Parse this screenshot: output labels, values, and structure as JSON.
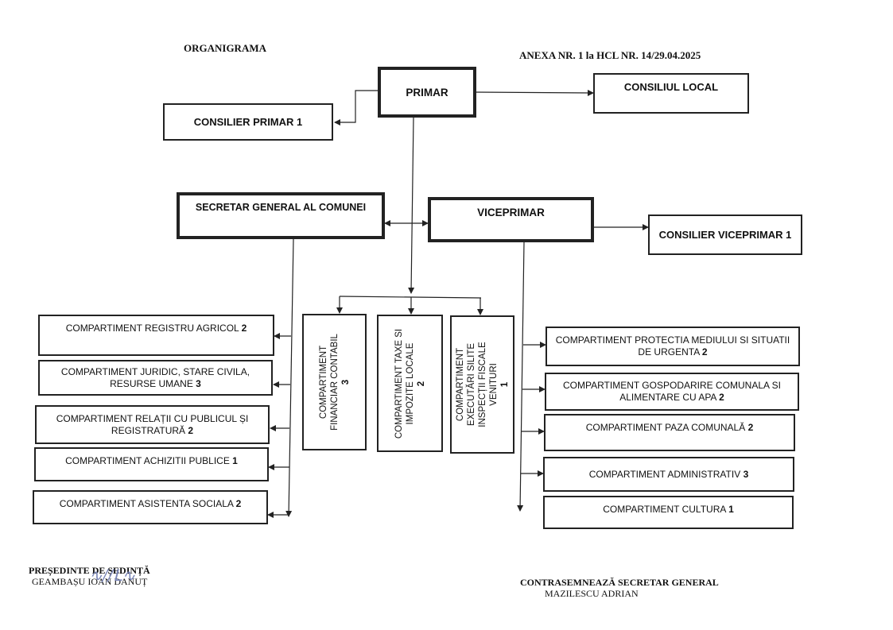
{
  "header": {
    "title": "ORGANIGRAMA",
    "annex": "ANEXA NR. 1 la HCL NR. 14/29.04.2025"
  },
  "nodes": {
    "primar": "PRIMAR",
    "consiliul_local": "CONSILIUL LOCAL",
    "consilier_primar": "CONSILIER PRIMAR 1",
    "secretar_general": "SECRETAR GENERAL AL COMUNEI",
    "viceprimar": "VICEPRIMAR",
    "consilier_viceprimar": "CONSILIER VICEPRIMAR 1"
  },
  "left_compartments": [
    {
      "label": "COMPARTIMENT REGISTRU AGRICOL",
      "count": "2"
    },
    {
      "label": "COMPARTIMENT JURIDIC, STARE CIVILA, RESURSE UMANE",
      "count": "3"
    },
    {
      "label": "COMPARTIMENT RELAȚII CU PUBLICUL ȘI REGISTRATURĂ",
      "count": "2"
    },
    {
      "label": "COMPARTIMENT ACHIZITII PUBLICE",
      "count": "1"
    },
    {
      "label": "COMPARTIMENT ASISTENTA SOCIALA",
      "count": "2"
    }
  ],
  "center_compartments": [
    {
      "label": "COMPARTIMENT FINANCIAR CONTABIL",
      "count": "3"
    },
    {
      "label": "COMPARTIMENT TAXE SI IMPOZITE LOCALE",
      "count": "2"
    },
    {
      "label": "COMPARTIMENT EXECUTĂRI SILITE INSPECȚII FISCALE VENITURI",
      "count": "1"
    }
  ],
  "right_compartments": [
    {
      "label": "COMPARTIMENT PROTECTIA MEDIULUI SI SITUATII DE URGENTA",
      "count": "2"
    },
    {
      "label": "COMPARTIMENT GOSPODARIRE COMUNALA SI ALIMENTARE CU APA",
      "count": "2"
    },
    {
      "label": "COMPARTIMENT PAZA COMUNALĂ",
      "count": "2"
    },
    {
      "label": "COMPARTIMENT ADMINISTRATIV",
      "count": "3"
    },
    {
      "label": "COMPARTIMENT CULTURA",
      "count": "1"
    }
  ],
  "footer": {
    "left_title": "PREȘEDINTE DE ȘEDINȚĂ",
    "left_name": "GEAMBAȘU IOAN DANUȚ",
    "right_title": "CONTRASEMNEAZĂ SECRETAR GENERAL",
    "right_name": "MAZILESCU ADRIAN"
  }
}
